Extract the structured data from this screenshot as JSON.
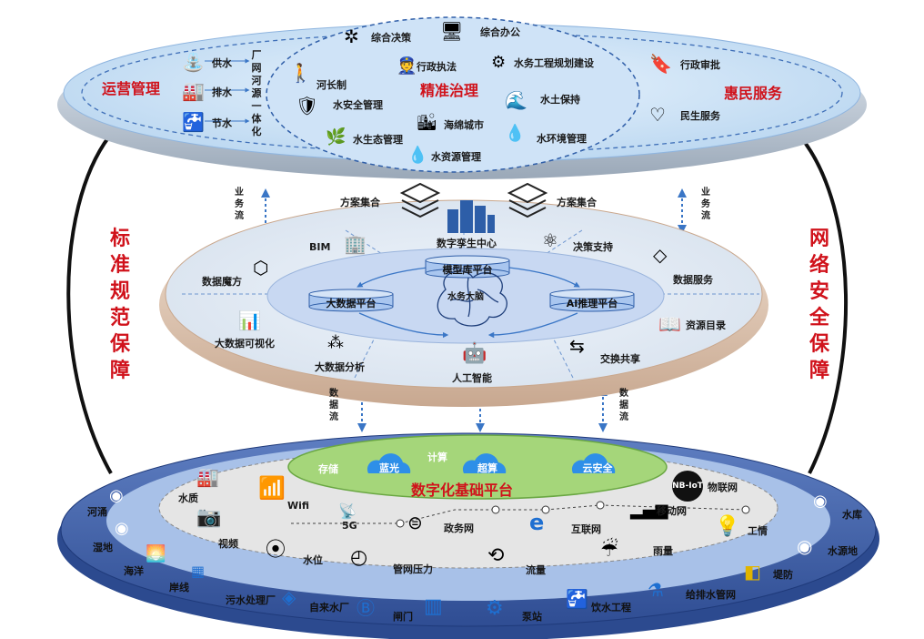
{
  "top_layer": {
    "left_title": "运营管理",
    "center_title": "精准治理",
    "right_title": "惠民服务",
    "ops_items": [
      "供水",
      "排水",
      "节水"
    ],
    "ops_vertical": "厂网河源一体化",
    "governance_items": [
      "综合决策",
      "综合办公",
      "行政执法",
      "河长制",
      "水务工程规划建设",
      "水安全管理",
      "水土保持",
      "海绵城市",
      "水生态管理",
      "水环境管理",
      "水资源管理"
    ],
    "service_items": [
      "行政审批",
      "民生服务"
    ]
  },
  "flows": {
    "business_flow": "业务流",
    "data_flow": "数据流",
    "scheme_left": "方案集合",
    "scheme_right": "方案集合"
  },
  "middle_layer": {
    "hub": "数字孪生中心",
    "model_platform": "模型库平台",
    "big_data_platform": "大数据平台",
    "ai_platform": "AI推理平台",
    "brain": "水务大脑",
    "items": [
      "BIM",
      "数据魔方",
      "大数据可视化",
      "大数据分析",
      "人工智能",
      "交换共享",
      "资源目录",
      "数据服务",
      "决策支持"
    ]
  },
  "side_labels": {
    "left": "标准规范保障",
    "right": "网络安全保障"
  },
  "bottom_layer": {
    "title": "数字化基础平台",
    "core": [
      "存储",
      "蓝光",
      "计算",
      "超算",
      "云安全"
    ],
    "network": [
      "Wifi",
      "5G",
      "政务网",
      "互联网",
      "移动网",
      "物联网"
    ],
    "iot_badge": "NB-IoT",
    "sensing": [
      "水质",
      "视频",
      "水位",
      "管网压力",
      "流量",
      "雨量",
      "工情"
    ],
    "outer": [
      "河涌",
      "湿地",
      "海洋",
      "岸线",
      "污水处理厂",
      "自来水厂",
      "闸门",
      "泵站",
      "饮水工程",
      "给排水管网",
      "堤防",
      "水源地",
      "水库"
    ]
  },
  "colors": {
    "accent_red": "#d0121b",
    "accent_blue": "#1e6fd1",
    "core_green": "#a5d67a",
    "bottom_blue": "#3d5ea8"
  }
}
